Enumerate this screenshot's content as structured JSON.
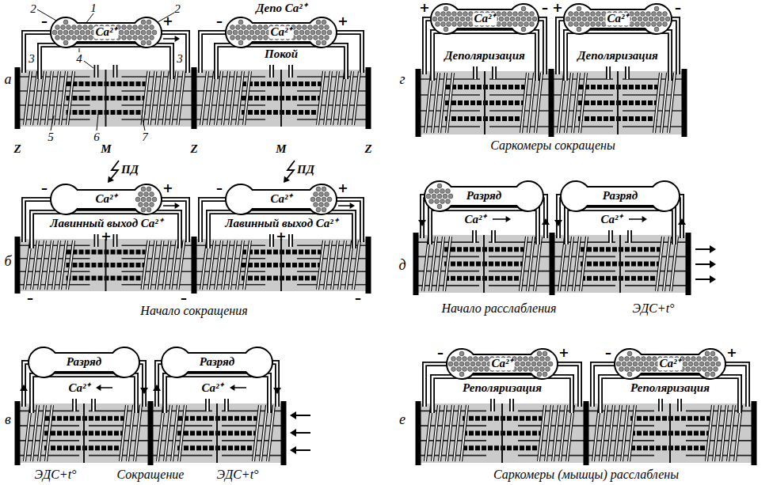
{
  "diagram": {
    "nodes": [
      {
        "text": [
          "Ca²⁺"
        ]
      },
      {
        "text": [
          "Депо Ca²⁺",
          "Ca²⁺"
        ]
      },
      {
        "text": [
          "Ca²⁺"
        ]
      },
      {
        "text": [
          "Ca²⁺"
        ]
      },
      {
        "text": [
          "Разряд"
        ]
      },
      {
        "text": [
          "Разряд"
        ]
      },
      {
        "text": [
          "Ca²⁺"
        ]
      },
      {
        "text": [
          "Ca²⁺"
        ]
      },
      {
        "text": [
          "Разряд"
        ]
      },
      {
        "text": [
          "Разряд"
        ]
      },
      {
        "text": [
          "Ca²⁺"
        ]
      },
      {
        "text": [
          "Ca²⁺"
        ]
      }
    ],
    "labels": [
      "а",
      "1",
      "2",
      "2",
      "3",
      "3",
      "4",
      "5",
      "6",
      "7",
      "Z",
      "M",
      "Z",
      "M",
      "Z",
      "–",
      "+",
      "–",
      "+",
      "Покой",
      "б",
      "ПД",
      "–",
      "+",
      "Лавинный выход Ca²⁺",
      "+",
      "ПД",
      "–",
      "+",
      "Лавинный выход Ca²⁺",
      "+",
      "–",
      "–",
      "–",
      "Начало сокращения",
      "в",
      "Ca²⁺",
      "Ca²⁺",
      "ЭДС+t°",
      "Сокращение",
      "ЭДС+t°",
      "г",
      "+",
      "–",
      "Деполяризация",
      "+",
      "–",
      "Деполяризация",
      "Саркомеры сокращены",
      "д",
      "Ca²⁺",
      "Ca²⁺",
      "Начало расслабления",
      "ЭДС+t°",
      "е",
      "–",
      "+",
      "Реполяризация",
      "–",
      "+",
      "Реполяризация",
      "Саркомеры (мышцы) расслаблены"
    ]
  }
}
